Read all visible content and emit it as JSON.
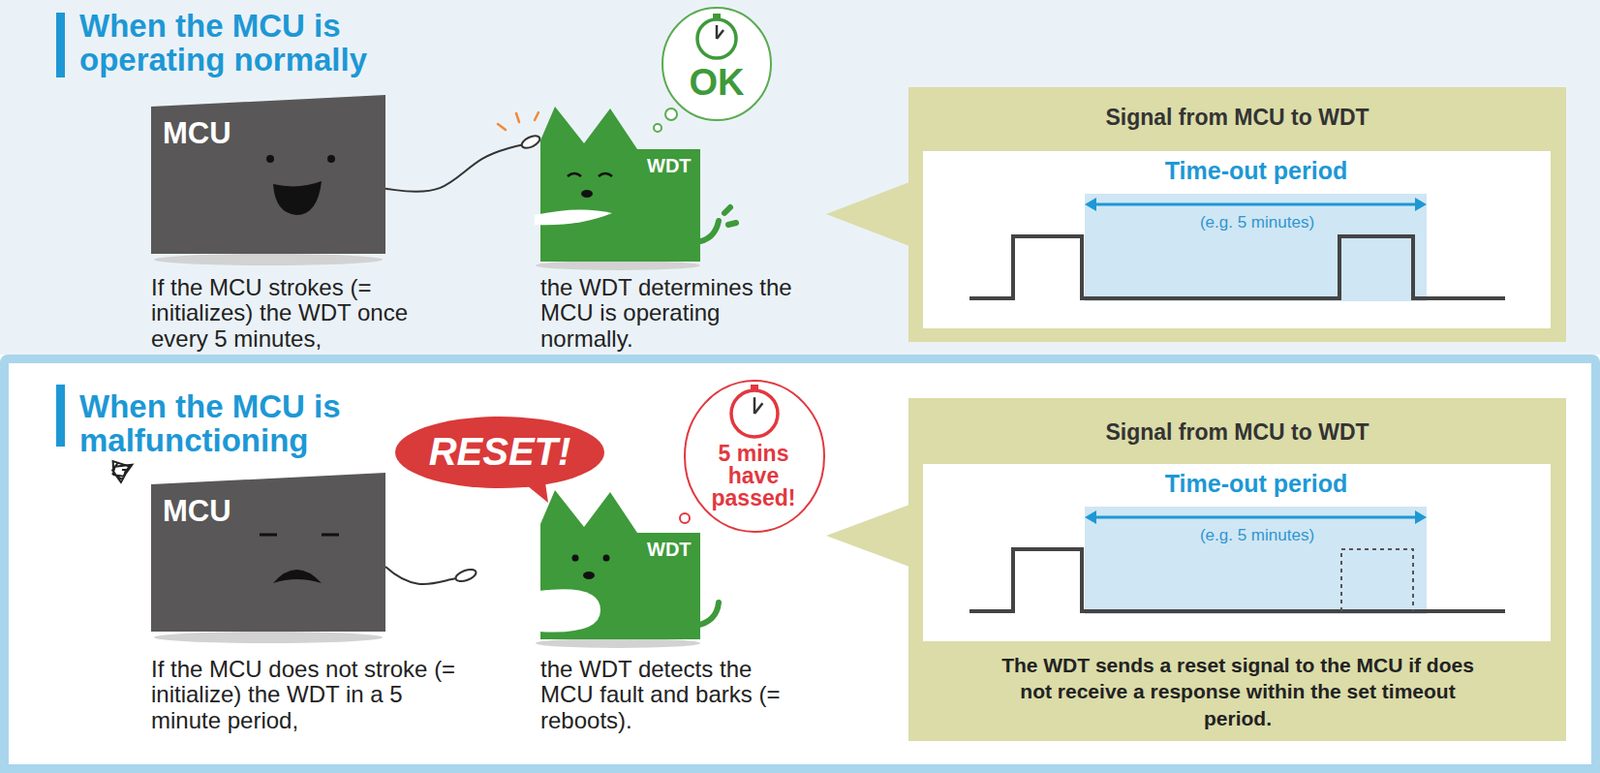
{
  "diagram": {
    "nodes": [
      {
        "text": [
          "When the MCU is operating normally"
        ]
      },
      {
        "text": [
          "MCU"
        ],
        "in": 0
      },
      {
        "text": [
          "WDT"
        ],
        "in": 0
      },
      {
        "text": [
          "OK"
        ],
        "in": 0
      },
      {
        "text": [
          "Signal from MCU to WDT"
        ],
        "in": 0
      },
      {
        "text": [
          "Time-out period",
          "(e.g. 5 minutes)"
        ],
        "in": 4
      },
      {
        "text": [
          "When the MCU is malfunctioning"
        ]
      },
      {
        "text": [
          "RESET!"
        ],
        "in": 6
      },
      {
        "text": [
          "MCU"
        ],
        "in": 6
      },
      {
        "text": [
          "WDT"
        ],
        "in": 6
      },
      {
        "text": [
          "5 mins have passed!"
        ],
        "in": 6
      },
      {
        "text": [
          "Signal from MCU to WDT",
          "The WDT sends a reset signal to the MCU if does not receive a response within the set timeout period."
        ],
        "in": 6
      },
      {
        "text": [
          "Time-out period",
          "(e.g. 5 minutes)"
        ],
        "in": 11
      }
    ],
    "edges": [
      {
        "from": 1,
        "to": 2,
        "arrow": "none"
      }
    ],
    "labels": [
      "If the MCU strokes (= initializes) the WDT once every 5 minutes,",
      "the WDT determines the MCU is operating normally.",
      "If the MCU does not stroke (= initialize) the WDT in a 5 minute period,",
      "the WDT detects the MCU fault and barks (= reboots)."
    ]
  }
}
